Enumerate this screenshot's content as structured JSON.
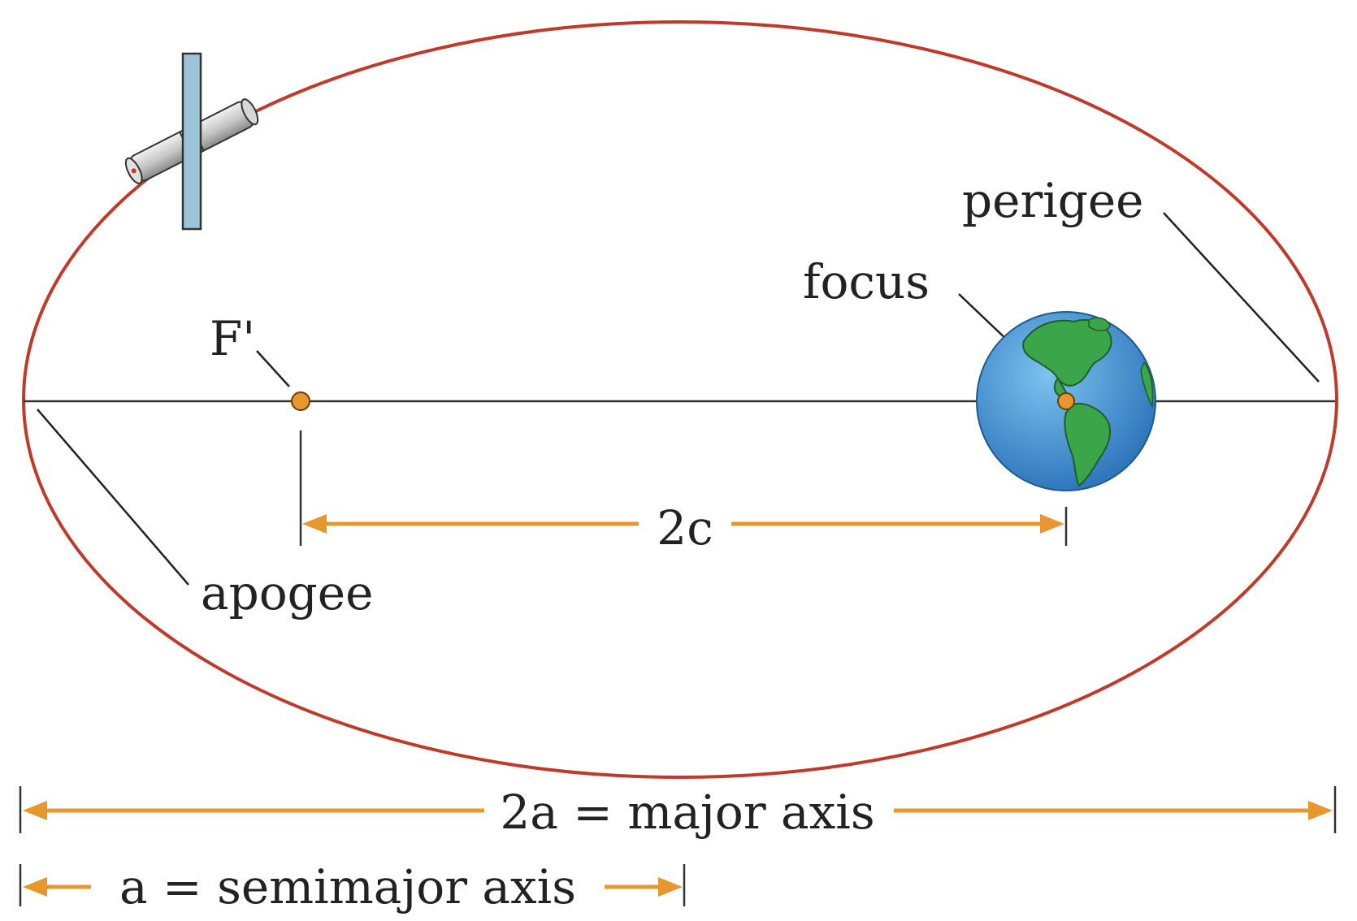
{
  "labels": {
    "perigee": "perigee",
    "focus": "focus",
    "f_prime": "F'",
    "apogee": "apogee",
    "two_c": "2c",
    "major_axis": "2a = major axis",
    "semimajor_axis": "a = semimajor axis"
  },
  "colors": {
    "orbit": "#c0392b",
    "axis_line": "#333333",
    "arrow": "#e8962e",
    "focus_dot": "#e8962e",
    "ocean": "#3f8fd2",
    "land": "#3ba54a",
    "panel": "#9cc4d8",
    "satellite_body": "#c8c8c8"
  },
  "icons": {
    "satellite": "satellite-icon",
    "earth": "earth-icon"
  }
}
